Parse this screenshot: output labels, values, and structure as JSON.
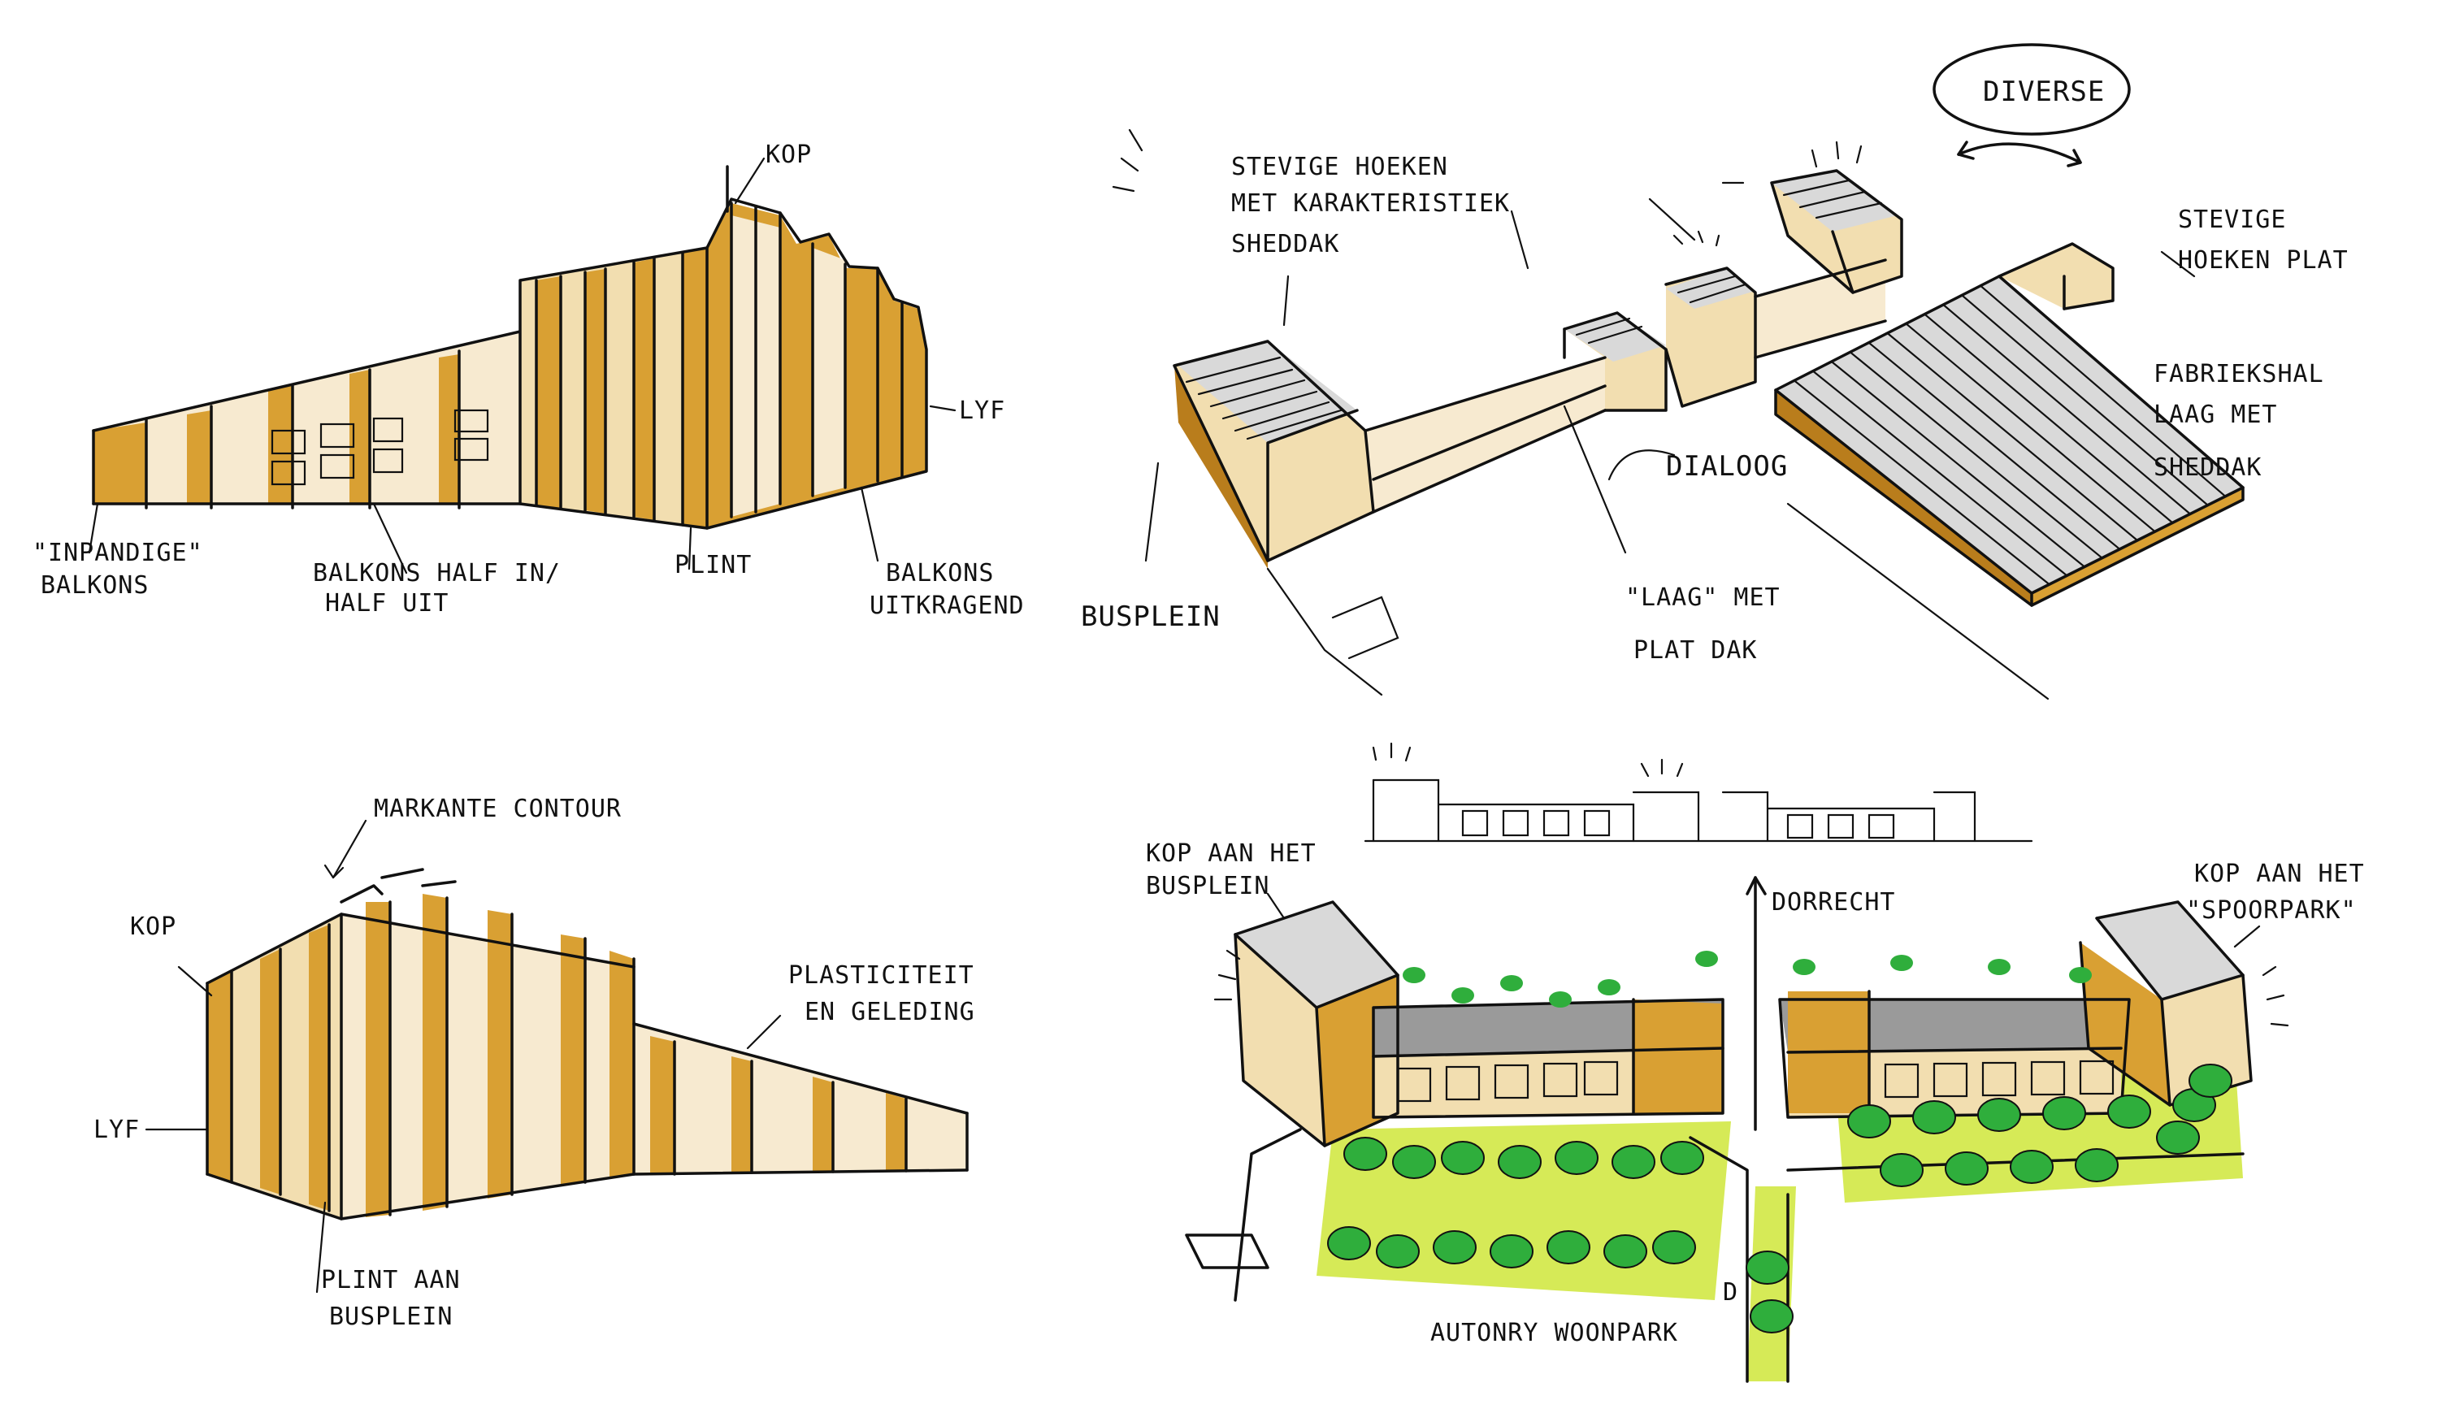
{
  "colors": {
    "ink": "#111111",
    "ochre": "#d9a033",
    "cream": "#f2deb0",
    "roof_grey": "#9a9a9a",
    "tree_green": "#2fae3c",
    "lawn_lime": "#d6ea57"
  },
  "sketch1": {
    "labels": {
      "kop": "KOP",
      "lyf": "LYF",
      "plint": "PLINT",
      "inpandige_1": "\"INPANDIGE\"",
      "inpandige_2": "BALKONS",
      "balkons_half_1": "BALKONS HALF IN/",
      "balkons_half_2": "HALF UIT",
      "uitkragend_1": "BALKONS",
      "uitkragend_2": "UITKRAGEND"
    }
  },
  "sketch2": {
    "labels": {
      "diverse": "DIVERSE",
      "stevige1_1": "STEVIGE HOEKEN",
      "stevige1_2": "MET KARAKTERISTIEK",
      "stevige1_3": "SHEDDAK",
      "stevige2_1": "STEVIGE",
      "stevige2_2": "HOEKEN PLAT",
      "fabriek_1": "FABRIEKSHAL",
      "fabriek_2": "LAAG MET",
      "fabriek_3": "SHEDDAK",
      "dialoog": "DIALOOG",
      "laag_1": "\"LAAG\" MET",
      "laag_2": "PLAT DAK",
      "busplein": "BUSPLEIN"
    }
  },
  "sketch3": {
    "labels": {
      "markante": "MARKANTE CONTOUR",
      "kop": "KOP",
      "lyf": "LYF",
      "plasticiteit_1": "PLASTICITEIT",
      "plasticiteit_2": "EN GELEDING",
      "plint_1": "PLINT AAN",
      "plint_2": "BUSPLEIN"
    }
  },
  "sketch4": {
    "labels": {
      "kop_bus_1": "KOP AAN HET",
      "kop_bus_2": "BUSPLEIN",
      "dorrecht": "DORRECHT",
      "kop_spoor_1": "KOP AAN HET",
      "kop_spoor_2": "\"SPOORPARK\"",
      "woonpark": "AUTONRY WOONPARK",
      "letter_d": "D"
    }
  }
}
